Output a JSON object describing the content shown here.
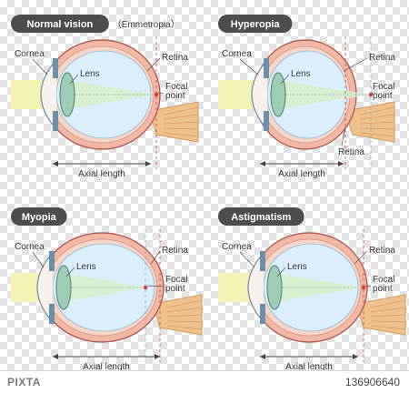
{
  "colors": {
    "title_bg": "#4d4d4d",
    "eye_outer": "#f2b8a6",
    "eye_inner": "#dcefff",
    "lens": "#9fcdb6",
    "cornea": "#f8f0ea",
    "light_beam": "#f3f4b4",
    "nerve": "#efc18c",
    "focal_dot": "#d64242"
  },
  "panels": [
    {
      "title": "Normal vision",
      "subtitle": "（Emmetropia）",
      "labels": {
        "cornea": "Cornea",
        "lens": "Lens",
        "retina": "Retina",
        "focal": "Focal\npoint",
        "axial": "Axial length"
      }
    },
    {
      "title": "Hyperopia",
      "subtitle": "",
      "labels": {
        "cornea": "Cornea",
        "lens": "Lens",
        "retina": "Retina",
        "retina2": "Retina",
        "focal": "Focal\npoint",
        "axial": "Axial length"
      }
    },
    {
      "title": "Myopia",
      "subtitle": "",
      "labels": {
        "cornea": "Cornea",
        "lens": "Lens",
        "retina": "Retina",
        "focal": "Focal\npoint",
        "axial": "Axial length"
      }
    },
    {
      "title": "Astigmatism",
      "subtitle": "",
      "labels": {
        "cornea": "Cornea",
        "lens": "Lens",
        "retina": "Retina",
        "focal": "Focal\npoint",
        "axial": "Axial length"
      }
    }
  ],
  "footer": {
    "brand": "PIXTA",
    "stock_id": "136906640"
  }
}
